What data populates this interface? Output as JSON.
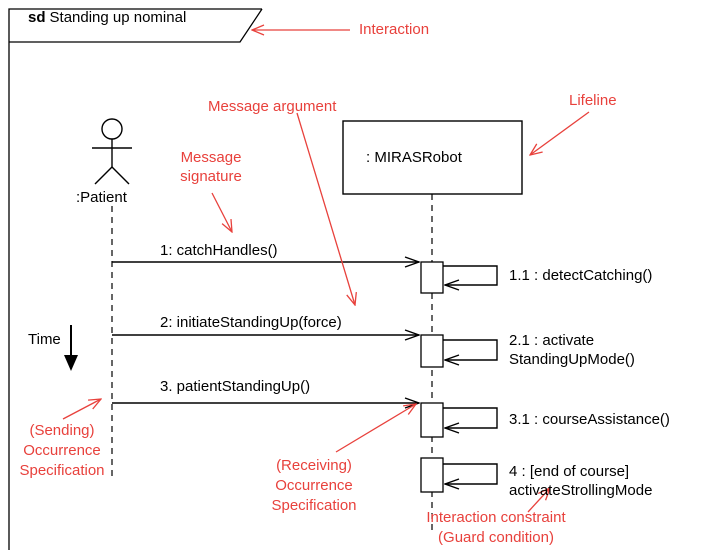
{
  "frame": {
    "keyword": "sd",
    "name": "Standing up nominal"
  },
  "lifelines": {
    "patient": ":Patient",
    "robot": ": MIRASRobot"
  },
  "messages": {
    "m1": "1: catchHandles()",
    "m2": "2: initiateStandingUp(force)",
    "m3": "3. patientStandingUp()"
  },
  "self_messages": {
    "s1": "1.1 : detectCatching()",
    "s2_line1": "2.1 : activate",
    "s2_line2": "StandingUpMode()",
    "s3": "3.1 : courseAssistance()",
    "s4_line1": "4 : [end of course]",
    "s4_line2": "activateStrollingMode"
  },
  "time_label": "Time",
  "annotations": {
    "interaction": "Interaction",
    "message_argument": "Message argument",
    "lifeline": "Lifeline",
    "message_signature_1": "Message",
    "message_signature_2": "signature",
    "sending_1": "(Sending)",
    "sending_2": "Occurrence",
    "sending_3": "Specification",
    "receiving_1": "(Receiving)",
    "receiving_2": "Occurrence",
    "receiving_3": "Specification",
    "constraint_1": "Interaction constraint",
    "constraint_2": "(Guard condition)"
  },
  "colors": {
    "annotation": "#e8413c",
    "line": "#000000"
  }
}
